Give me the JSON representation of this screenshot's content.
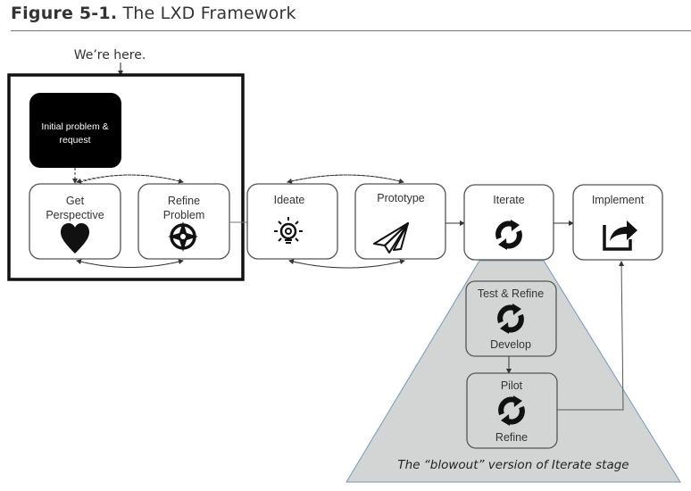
{
  "figure": {
    "number": "Figure 5-1.",
    "title": "The LXD Framework"
  },
  "annotation": "We’re here.",
  "nodes": {
    "initial": {
      "line1": "Initial problem &",
      "line2": "request"
    },
    "get_perspective": {
      "line1": "Get",
      "line2": "Perspective",
      "icon": "heart-icon"
    },
    "refine_problem": {
      "line1": "Refine",
      "line2": "Problem",
      "icon": "compass-icon"
    },
    "ideate": {
      "label": "Ideate",
      "icon": "lightbulb-icon"
    },
    "prototype": {
      "label": "Prototype",
      "icon": "paper-plane-icon"
    },
    "iterate": {
      "label": "Iterate",
      "icon": "refresh-icon"
    },
    "implement": {
      "label": "Implement",
      "icon": "share-icon"
    },
    "test_refine": {
      "top": "Test & Refine",
      "bottom": "Develop",
      "icon": "refresh-icon"
    },
    "pilot": {
      "top": "Pilot",
      "bottom": "Refine",
      "icon": "refresh-icon"
    }
  },
  "blowout_caption": "The “blowout” version of Iterate stage",
  "colors": {
    "blowout_fill": "#d3d5d5",
    "blowout_edge": "#7a96bf",
    "initial_fill": "#000000",
    "node_stroke": "#555555"
  }
}
